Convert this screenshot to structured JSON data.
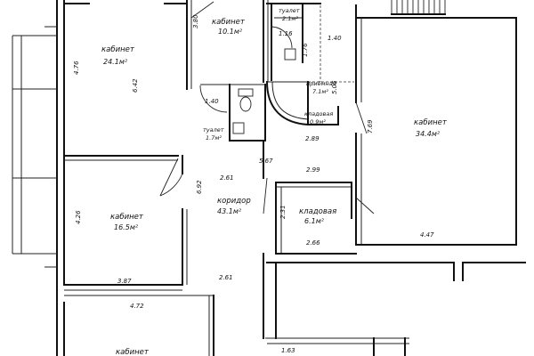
{
  "rooms": {
    "office_24": {
      "name": "кабинет",
      "area": "24.1м²"
    },
    "office_10": {
      "name": "кабинет",
      "area": "10.1м²"
    },
    "toilet_top": {
      "name": "туалет",
      "area": "2.1м²"
    },
    "toilet_left": {
      "name": "туалет",
      "area": "1.7м²"
    },
    "reception": {
      "name": "приёмная",
      "area": "7.1м²"
    },
    "storage_09": {
      "name": "кладовая",
      "area": "0.9м²"
    },
    "office_34": {
      "name": "кабинет",
      "area": "34.4м²"
    },
    "corridor": {
      "name": "коридор",
      "area": "43.1м²"
    },
    "storage_6": {
      "name": "кладовая",
      "area": "6.1м²"
    },
    "office_16": {
      "name": "кабинет",
      "area": "16.5м²"
    },
    "office_bottom": {
      "name": "кабинет",
      "area": ""
    }
  },
  "dims": {
    "d_476": "4.76",
    "d_642": "6.42",
    "d_380": "3.80",
    "d_116": "1.16",
    "d_176": "1.76",
    "d_140a": "1.40",
    "d_140b": "1.40",
    "d_505": "5.05",
    "d_289": "2.89",
    "d_769": "7.69",
    "d_567": "5.67",
    "d_261a": "2.61",
    "d_299": "2.99",
    "d_692": "6.92",
    "d_426": "4.26",
    "d_231": "2.31",
    "d_266": "2.66",
    "d_447": "4.47",
    "d_387": "3.87",
    "d_261b": "2.61",
    "d_472": "4.72",
    "d_163": "1.63"
  }
}
